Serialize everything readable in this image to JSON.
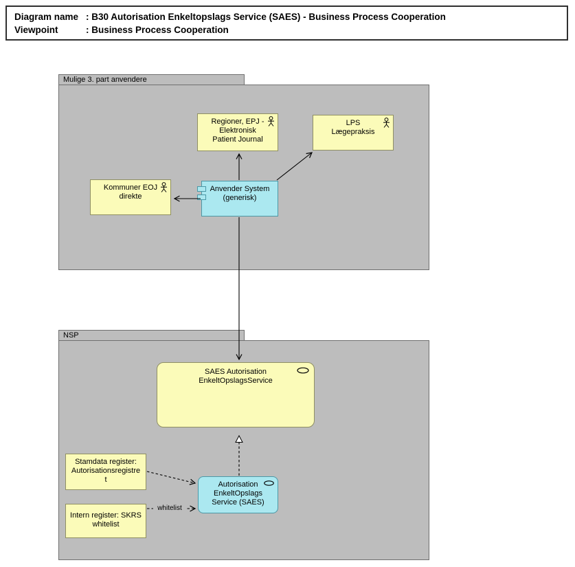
{
  "title_block": {
    "line1_label": "Diagram name",
    "line1_value": ": B30 Autorisation Enkeltopslags Service (SAES) - Business Process Cooperation",
    "line2_label": "Viewpoint",
    "line2_value": ": Business Process Cooperation"
  },
  "groups": {
    "third_party": {
      "label": "Mulige 3. part anvendere"
    },
    "nsp": {
      "label": "NSP"
    }
  },
  "nodes": {
    "regioner": {
      "text": "Regioner, EPJ -\nElektronisk\nPatient Journal",
      "type": "business-actor",
      "icon": "actor-icon"
    },
    "lps": {
      "text": "LPS\nLægepraksis",
      "type": "business-actor",
      "icon": "actor-icon"
    },
    "kommuner": {
      "text": "Kommuner EOJ\ndirekte",
      "type": "business-actor",
      "icon": "actor-icon"
    },
    "anvender": {
      "text": "Anvender System\n(generisk)",
      "type": "application-component",
      "icon": "component-icon"
    },
    "saes_service": {
      "text": "SAES Autorisation\nEnkeltOpslagsService",
      "type": "business-service",
      "icon": "service-icon"
    },
    "autorisation_service": {
      "text": "Autorisation\nEnkeltOpslags\nService (SAES)",
      "type": "application-service",
      "icon": "service-icon"
    },
    "stamdata_register": {
      "text": "Stamdata register:\nAutorisationsregistre\nt",
      "type": "register"
    },
    "intern_register": {
      "text": "Intern register: SKRS\nwhitelist",
      "type": "register"
    }
  },
  "edges": {
    "whitelist_label": "whitelist"
  },
  "colors": {
    "group_fill": "#bdbdbd",
    "business_fill": "#fbfbb9",
    "application_fill": "#abe8f0",
    "business_border": "#8f8f62",
    "application_border": "#4b98a6",
    "edge_stroke": "#000000"
  }
}
